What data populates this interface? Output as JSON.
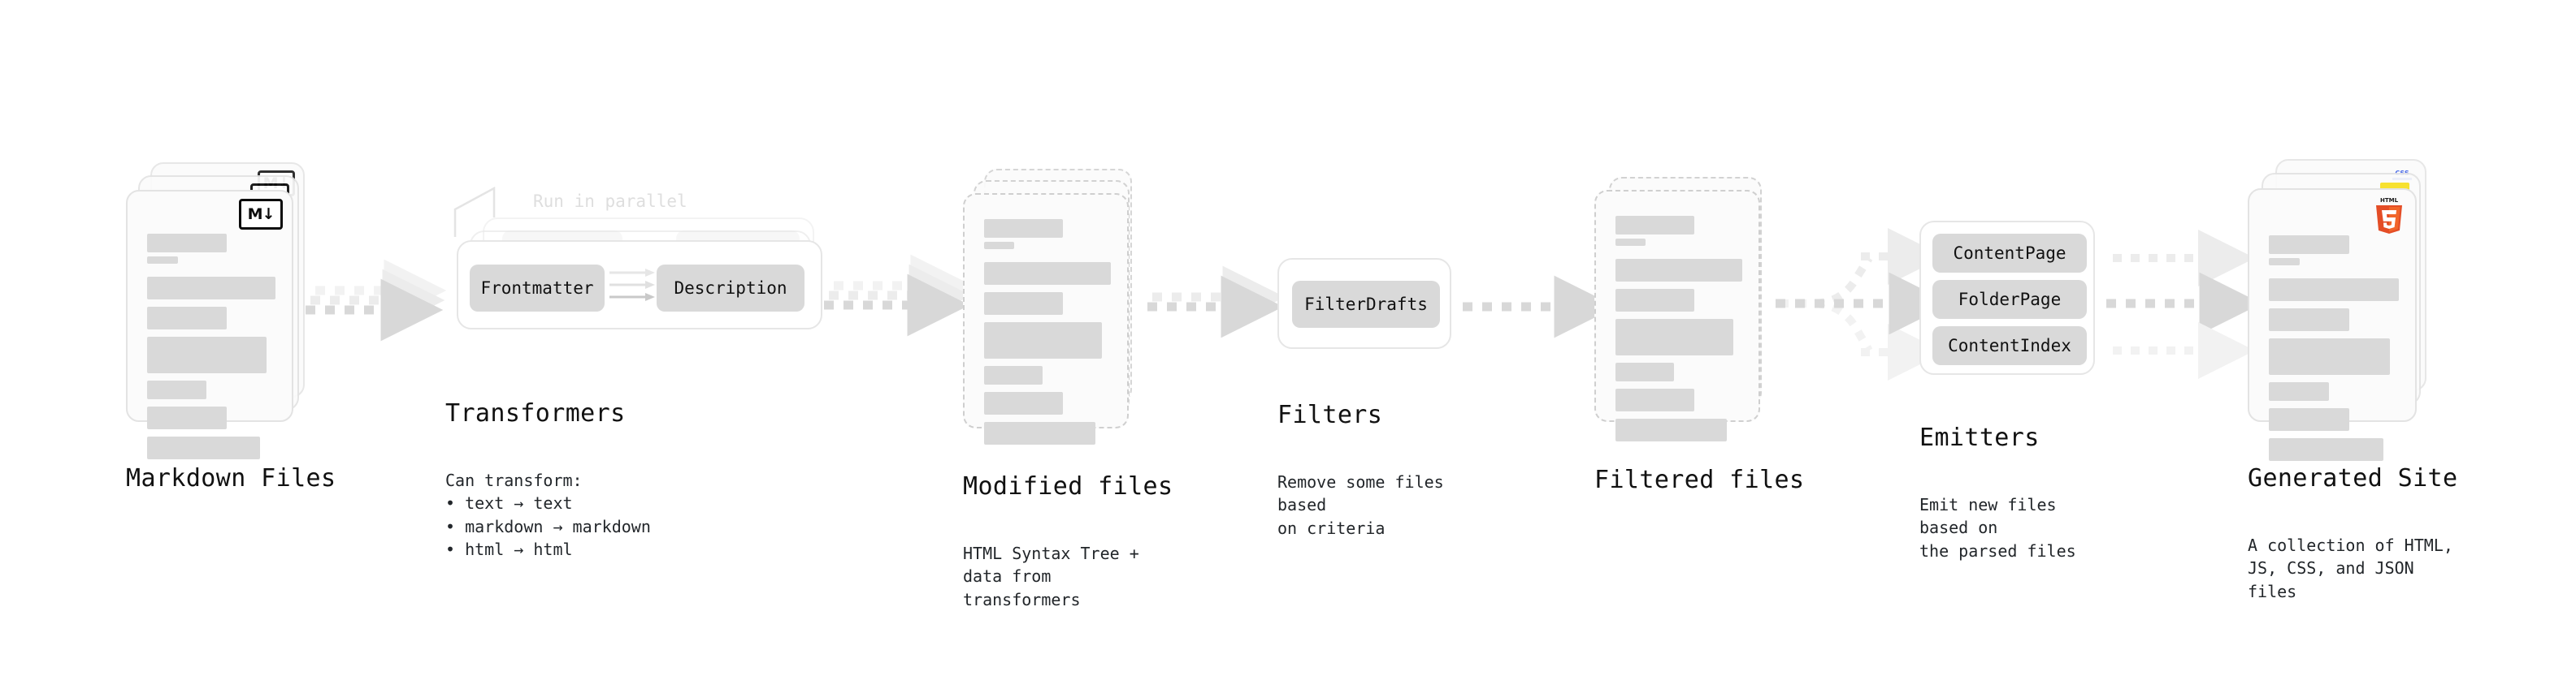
{
  "diagram": {
    "title": "Quartz build pipeline",
    "colors": {
      "arrow": "#d8d8d8",
      "skeleton": "#d9d9d9",
      "card_border": "#e3e3e3",
      "dashed_border": "#cfcfcf",
      "chip": "#d9d9d9",
      "text": "#111111",
      "muted_text": "#dedede",
      "html5_orange": "#e44d26",
      "html5_light": "#f16529",
      "js_yellow": "#f7df1e",
      "css_blue": "#264de4"
    }
  },
  "stages": [
    {
      "id": "markdown-files",
      "title": "Markdown Files",
      "subtitle": "",
      "badge": "M↓",
      "badge_name": "markdown-icon",
      "stack_count": 3,
      "dashed": false
    },
    {
      "id": "transformers",
      "title": "Transformers",
      "subtitle": "Can transform:\n • text → text\n • markdown → markdown\n • html → html",
      "annotation": "Run in parallel",
      "layer_count": 3,
      "nodes": [
        "Frontmatter",
        "Description"
      ]
    },
    {
      "id": "modified-files",
      "title": "Modified files",
      "subtitle": "HTML Syntax Tree +\ndata from transformers",
      "stack_count": 3,
      "dashed": true
    },
    {
      "id": "filters",
      "title": "Filters",
      "subtitle": "Remove some files based\non criteria",
      "nodes": [
        "FilterDrafts"
      ]
    },
    {
      "id": "filtered-files",
      "title": "Filtered files",
      "subtitle": "",
      "stack_count": 2,
      "dashed": true
    },
    {
      "id": "emitters",
      "title": "Emitters",
      "subtitle": "Emit new files based on\nthe parsed files",
      "nodes": [
        "ContentPage",
        "FolderPage",
        "ContentIndex"
      ]
    },
    {
      "id": "generated-site",
      "title": "Generated Site",
      "subtitle": "A collection of HTML,\nJS, CSS, and JSON files",
      "badges": [
        "HTML5",
        "JS",
        "CSS"
      ],
      "stack_count": 3,
      "dashed": false
    }
  ],
  "connectors": [
    {
      "from": "markdown-files",
      "to": "transformers",
      "style": "dotted-arrow",
      "layers": 3
    },
    {
      "from": "transformers",
      "to": "modified-files",
      "style": "dotted-arrow",
      "layers": 3
    },
    {
      "from": "modified-files",
      "to": "filters",
      "style": "dotted-arrow",
      "layers": 2
    },
    {
      "from": "filters",
      "to": "filtered-files",
      "style": "dotted-arrow",
      "layers": 1
    },
    {
      "from": "filtered-files",
      "to": "emitters",
      "style": "dotted-fan-out",
      "layers": 3
    },
    {
      "from": "emitters",
      "to": "generated-site",
      "style": "dotted-arrow-triple",
      "layers": 3
    }
  ]
}
